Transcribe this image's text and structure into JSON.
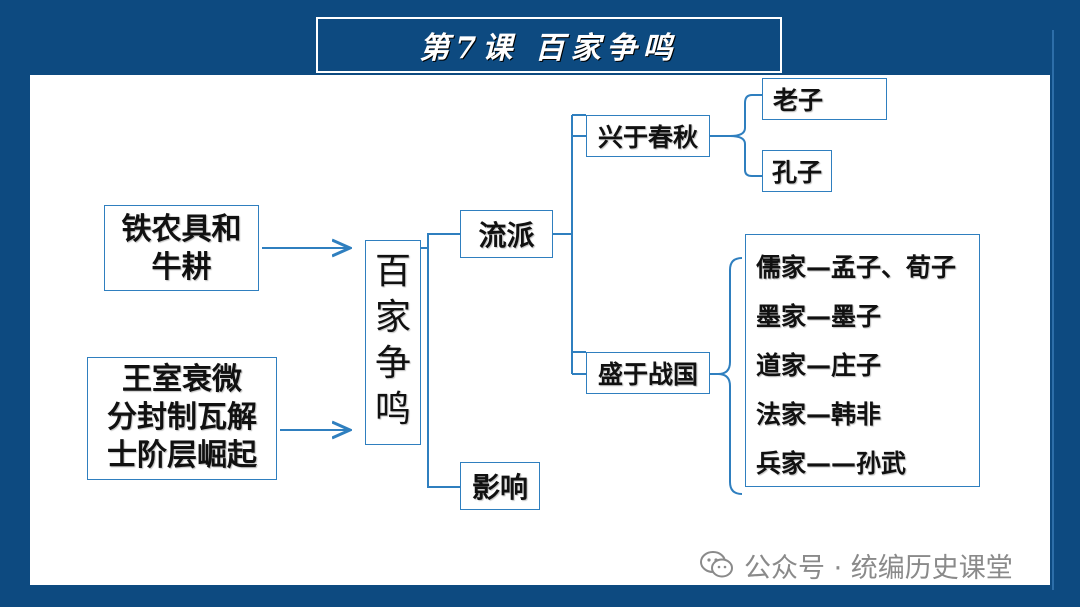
{
  "title": "第7课  百家争鸣",
  "causes": {
    "cause1": [
      "铁农具和",
      "牛耕"
    ],
    "cause2": [
      "王室衰微",
      "分封制瓦解",
      "士阶层崛起"
    ]
  },
  "center": [
    "百",
    "家",
    "争",
    "鸣"
  ],
  "branches": {
    "liupai": "流派",
    "yingxiang": "影响"
  },
  "liupai": {
    "xing": "兴于春秋",
    "sheng": "盛于战国"
  },
  "xing_people": {
    "laozi": "老子",
    "kongzi": "孔子"
  },
  "schools": [
    "儒家—孟子、荀子",
    "墨家—墨子",
    "道家—庄子",
    "法家—韩非",
    "兵家——孙武"
  ],
  "watermark": "公众号 · 统编历史课堂",
  "colors": {
    "background": "#0d4a80",
    "box_border": "#2f7fbf",
    "connector": "#2f7fbf"
  }
}
